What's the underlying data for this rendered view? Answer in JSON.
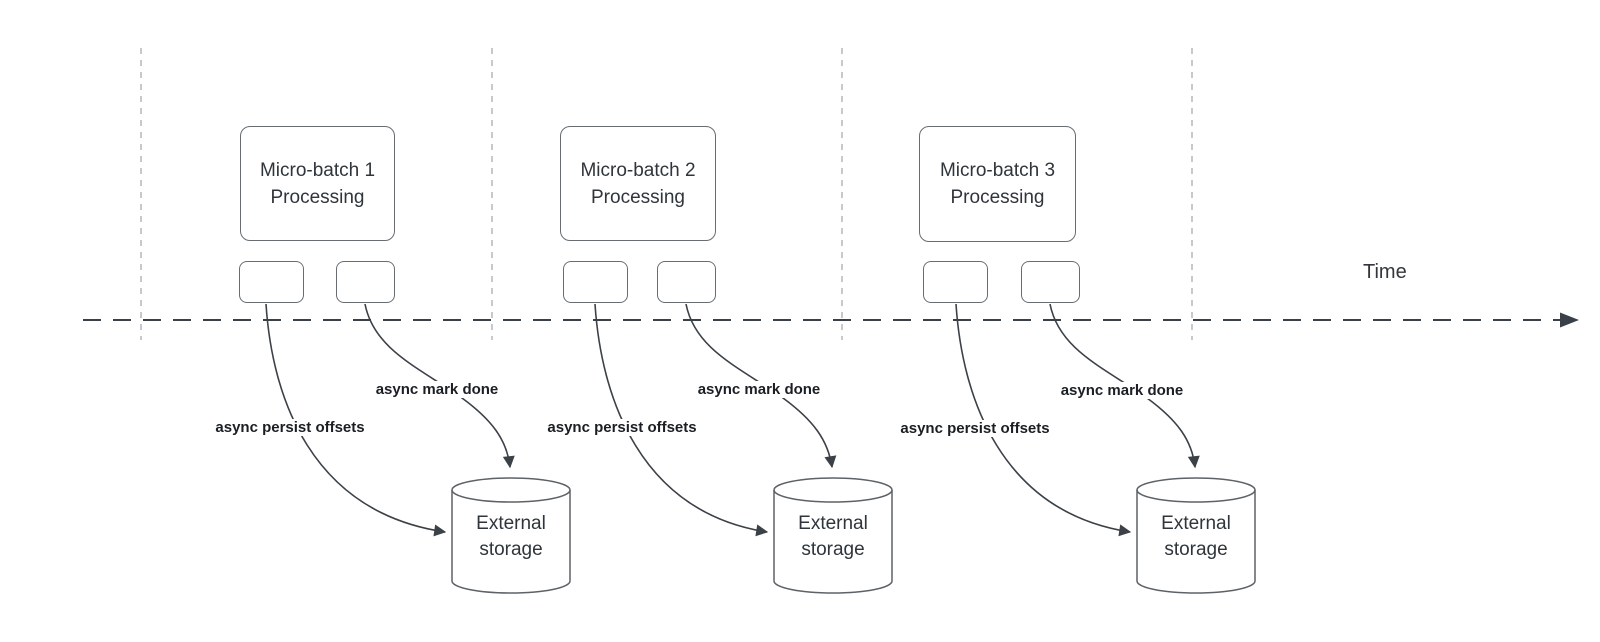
{
  "diagram": {
    "time_label": "Time",
    "groups": [
      {
        "box_line1": "Micro-batch 1",
        "box_line2": "Processing",
        "persist_label": "async persist offsets",
        "done_label": "async mark done",
        "storage_label": "External storage"
      },
      {
        "box_line1": "Micro-batch 2",
        "box_line2": "Processing",
        "persist_label": "async persist offsets",
        "done_label": "async mark done",
        "storage_label": "External storage"
      },
      {
        "box_line1": "Micro-batch 3",
        "box_line2": "Processing",
        "persist_label": "async persist offsets",
        "done_label": "async mark done",
        "storage_label": "External storage"
      }
    ],
    "colors": {
      "arrow_line": "#3b4147",
      "shape_border": "#686d72",
      "guide_line": "#b4b8bc",
      "text": "#2f353b",
      "edge_label_text": "#1b1f24",
      "background": "#ffffff"
    }
  }
}
